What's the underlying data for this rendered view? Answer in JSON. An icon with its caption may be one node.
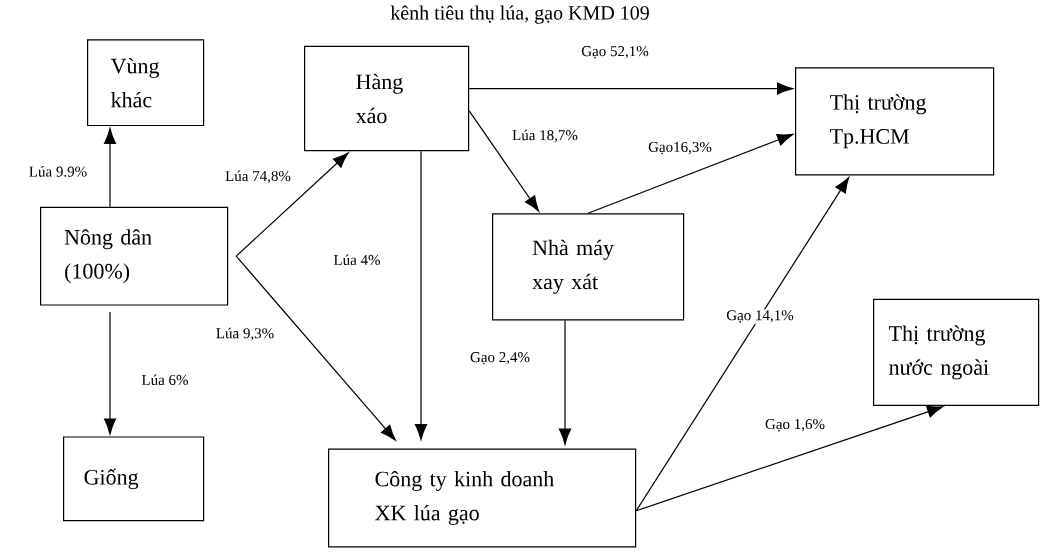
{
  "diagram": {
    "title": "kênh tiêu thụ lúa, gạo KMD 109",
    "nodes": [
      {
        "text": [
          "Vùng khác"
        ]
      },
      {
        "text": [
          "Hàng xáo"
        ]
      },
      {
        "text": [
          "Thị trường Tp.HCM"
        ]
      },
      {
        "text": [
          "Nông dân (100%)"
        ]
      },
      {
        "text": [
          "Nhà máy xay xát"
        ]
      },
      {
        "text": [
          "Thị trường nước ngoài"
        ]
      },
      {
        "text": [
          "Giống"
        ]
      },
      {
        "text": [
          "Công ty kinh doanh XK lúa gạo"
        ]
      }
    ],
    "edges": [
      {
        "from": 3,
        "to": 0,
        "arrow": "to",
        "label": "Lúa 9.9%"
      },
      {
        "from": 3,
        "to": 1,
        "arrow": "to",
        "label": "Lúa 74,8%"
      },
      {
        "from": 3,
        "to": 7,
        "arrow": "to",
        "label": "Lúa 9,3%"
      },
      {
        "from": 3,
        "to": 6,
        "arrow": "to",
        "label": "Lúa 6%"
      },
      {
        "from": 1,
        "to": 2,
        "arrow": "to",
        "label": "Gạo 52,1%"
      },
      {
        "from": 1,
        "to": 4,
        "arrow": "to",
        "label": "Lúa 18,7%"
      },
      {
        "from": 1,
        "to": 7,
        "arrow": "to",
        "label": "Lúa 4%"
      },
      {
        "from": 4,
        "to": 2,
        "arrow": "to",
        "label": "Gạo16,3%"
      },
      {
        "from": 4,
        "to": 7,
        "arrow": "to",
        "label": "Gạo 2,4%"
      },
      {
        "from": 7,
        "to": 2,
        "arrow": "to",
        "label": "Gạo 14,1%"
      },
      {
        "from": 7,
        "to": 5,
        "arrow": "to",
        "label": "Gạo 1,6%"
      }
    ]
  }
}
